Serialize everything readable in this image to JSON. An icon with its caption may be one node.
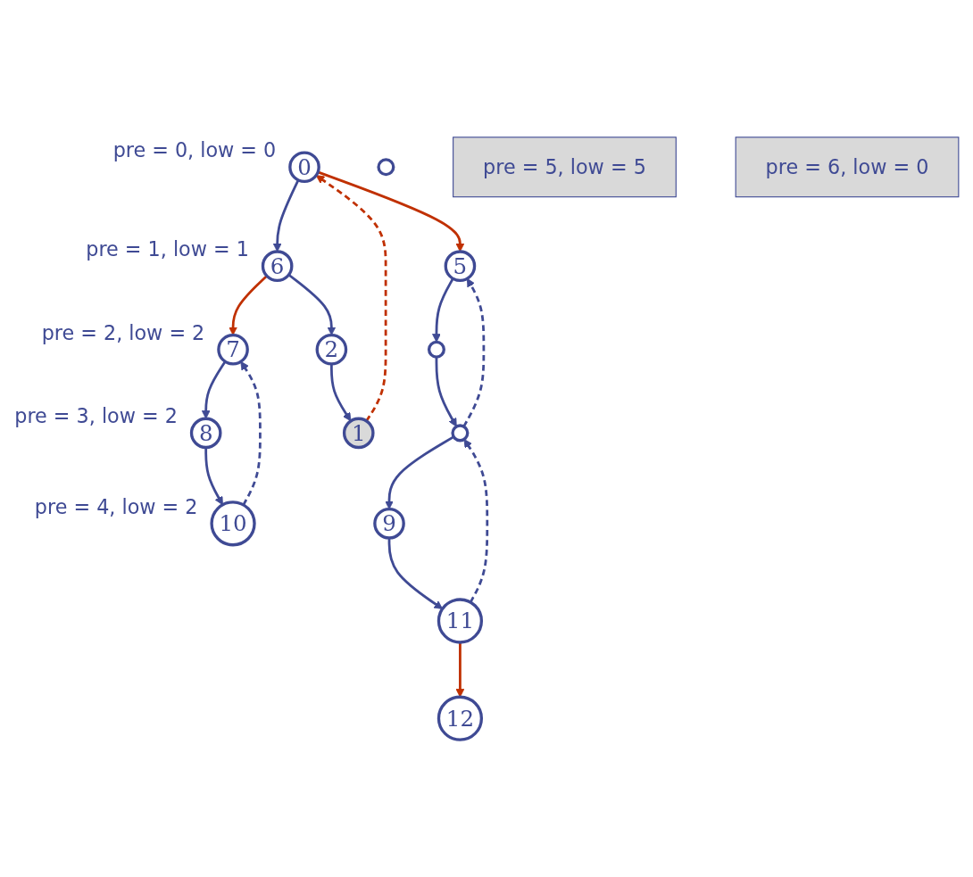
{
  "diagram": {
    "nodes": [
      {
        "text": [],
        "shape": "circle"
      },
      {
        "text": [
          "0"
        ],
        "beside": [
          "pre = 0, low = 0"
        ]
      },
      {
        "text": [
          "6"
        ],
        "beside": [
          "pre = 1, low = 1"
        ]
      },
      {
        "text": [
          "5"
        ]
      },
      {
        "text": [
          "7"
        ],
        "beside": [
          "pre = 2, low = 2"
        ]
      },
      {
        "text": [
          "2"
        ]
      },
      {
        "text": [
          "pre = 5, low = 5"
        ]
      },
      {
        "text": [],
        "shape": "circle"
      },
      {
        "text": [
          "8"
        ],
        "beside": [
          "pre = 3, low = 2"
        ]
      },
      {
        "text": [
          "1"
        ]
      },
      {
        "text": [
          "pre = 6, low = 0"
        ]
      },
      {
        "text": [],
        "shape": "circle"
      },
      {
        "text": [
          "10"
        ],
        "beside": [
          "pre = 4, low = 2"
        ]
      },
      {
        "text": [
          "9"
        ]
      },
      {
        "text": [
          "11"
        ]
      },
      {
        "text": [
          "12"
        ]
      }
    ],
    "edges": [
      {
        "from": 1,
        "to": 2,
        "arrow": "to"
      },
      {
        "from": 1,
        "to": 3,
        "arrow": "to",
        "color": "#c03000"
      },
      {
        "from": 2,
        "to": 4,
        "arrow": "to",
        "color": "#c03000"
      },
      {
        "from": 2,
        "to": 5,
        "arrow": "to"
      },
      {
        "from": 4,
        "to": 8,
        "arrow": "to"
      },
      {
        "from": 8,
        "to": 12,
        "arrow": "to"
      },
      {
        "from": 12,
        "to": 4,
        "arrow": "to",
        "style": "dashed"
      },
      {
        "from": 5,
        "to": 9,
        "arrow": "to"
      },
      {
        "from": 9,
        "to": 1,
        "arrow": "to",
        "style": "dashed",
        "color": "#c03000"
      },
      {
        "from": 3,
        "to": 7,
        "arrow": "to"
      },
      {
        "from": 7,
        "to": 11,
        "arrow": "to"
      },
      {
        "from": 11,
        "to": 3,
        "arrow": "to",
        "style": "dashed"
      },
      {
        "from": 11,
        "to": 13,
        "arrow": "to"
      },
      {
        "from": 13,
        "to": 14,
        "arrow": "to"
      },
      {
        "from": 14,
        "to": 11,
        "arrow": "to",
        "style": "dashed"
      },
      {
        "from": 14,
        "to": 15,
        "arrow": "to",
        "color": "#c03000"
      }
    ]
  }
}
